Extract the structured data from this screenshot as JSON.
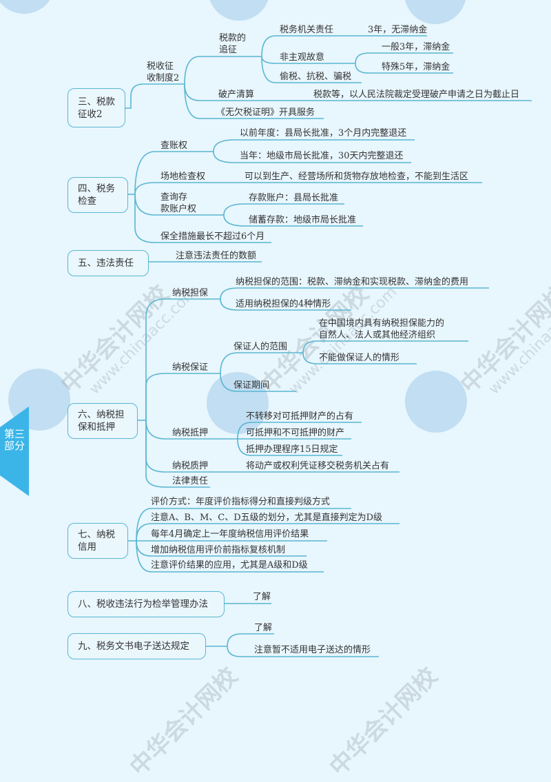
{
  "side_tab": {
    "label": "第三部分",
    "color": "#3bb5e8"
  },
  "watermark": {
    "brand": "中华会计网校",
    "url": "www.chinaacc.com"
  },
  "colors": {
    "line": "#58b6d1",
    "background": "#e8f6fd",
    "text": "#333333"
  },
  "sections": {
    "s3": {
      "title_1": "三、税款",
      "title_2": "征收2",
      "sub": {
        "label_1": "税收征",
        "label_2": "收制度2",
        "pursuit": {
          "label_1": "税款的",
          "label_2": "追征",
          "items": [
            {
              "label": "税务机关责任",
              "detail": "3年，无滞纳金"
            },
            {
              "label": "非主观故意",
              "details": [
                "一般3年，滞纳金",
                "特殊5年，滞纳金"
              ]
            },
            {
              "label": "偷税、抗税、骗税"
            }
          ]
        },
        "bankruptcy": {
          "label": "破产清算",
          "detail": "税款等，以人民法院裁定受理破产申请之日为截止日"
        },
        "certificate": {
          "label": "《无欠税证明》开具服务"
        }
      }
    },
    "s4": {
      "title_1": "四、税务",
      "title_2": "检查",
      "items": [
        {
          "label": "查账权",
          "details": [
            "以前年度：县局长批准，3个月内完整退还",
            "当年：地级市局长批准，30天内完整退还"
          ]
        },
        {
          "label": "场地检查权",
          "detail": "可以到生产、经营场所和货物存放地检查，不能到生活区"
        },
        {
          "label_1": "查询存",
          "label_2": "款账户权",
          "details": [
            "存款账户：县局长批准",
            "储蓄存款：地级市局长批准"
          ]
        },
        {
          "label": "保全措施最长不超过6个月"
        }
      ]
    },
    "s5": {
      "title": "五、违法责任",
      "detail": "注意违法责任的数额"
    },
    "s6": {
      "title_1": "六、纳税担",
      "title_2": "保和抵押",
      "items": [
        {
          "label": "纳税担保",
          "details": [
            "纳税担保的范围：税款、滞纳金和实现税款、滞纳金的费用",
            "适用纳税担保的4种情形"
          ]
        },
        {
          "label": "纳税保证",
          "sub": [
            {
              "label": "保证人的范围",
              "details": [
                "在中国境内具有纳税担保能力的",
                "自然人、法人或其他经济组织",
                "不能做保证人的情形"
              ]
            },
            {
              "label": "保证期间"
            }
          ]
        },
        {
          "label": "纳税抵押",
          "details": [
            "不转移对可抵押财产的占有",
            "可抵押和不可抵押的财产",
            "抵押办理程序15日规定"
          ]
        },
        {
          "label": "纳税质押",
          "detail": "将动产或权利凭证移交税务机关占有"
        },
        {
          "label": "法律责任"
        }
      ]
    },
    "s7": {
      "title_1": "七、纳税",
      "title_2": "信用",
      "items": [
        "评价方式：年度评价指标得分和直接判级方式",
        "注意A、B、M、C、D五级的划分，尤其是直接判定为D级",
        "每年4月确定上一年度纳税信用评价结果",
        "增加纳税信用评价前指标复核机制",
        "注意评价结果的应用，尤其是A级和D级"
      ]
    },
    "s8": {
      "title": "八、税收违法行为检举管理办法",
      "detail": "了解"
    },
    "s9": {
      "title": "九、税务文书电子送达规定",
      "details": [
        "了解",
        "注意暂不适用电子送达的情形"
      ]
    }
  }
}
